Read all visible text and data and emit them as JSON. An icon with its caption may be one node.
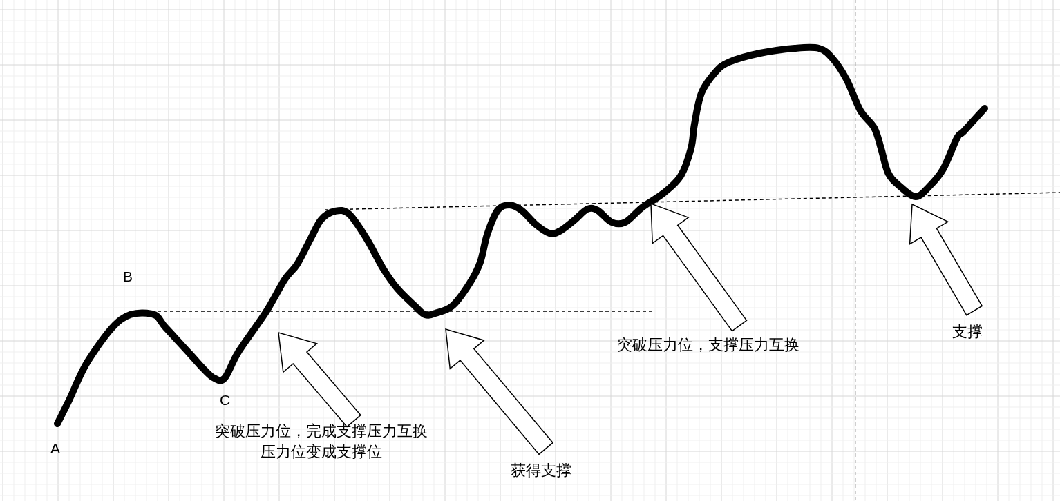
{
  "diagram": {
    "nodes": [
      {
        "text": [
          "突破压力位，完成支撑压力互换压力位变成支撑位"
        ]
      },
      {
        "text": [
          "获得支撑"
        ]
      },
      {
        "text": [
          "突破压力位，支撑压力互换"
        ]
      },
      {
        "text": [
          "支撑"
        ]
      }
    ],
    "edges": [
      {
        "from": 0,
        "to": null,
        "arrow": "to"
      },
      {
        "from": 1,
        "to": null,
        "arrow": "to"
      },
      {
        "from": 2,
        "to": null,
        "arrow": "to"
      },
      {
        "from": 3,
        "to": null,
        "arrow": "to"
      }
    ],
    "labels": [
      "B",
      "C",
      "A"
    ]
  }
}
